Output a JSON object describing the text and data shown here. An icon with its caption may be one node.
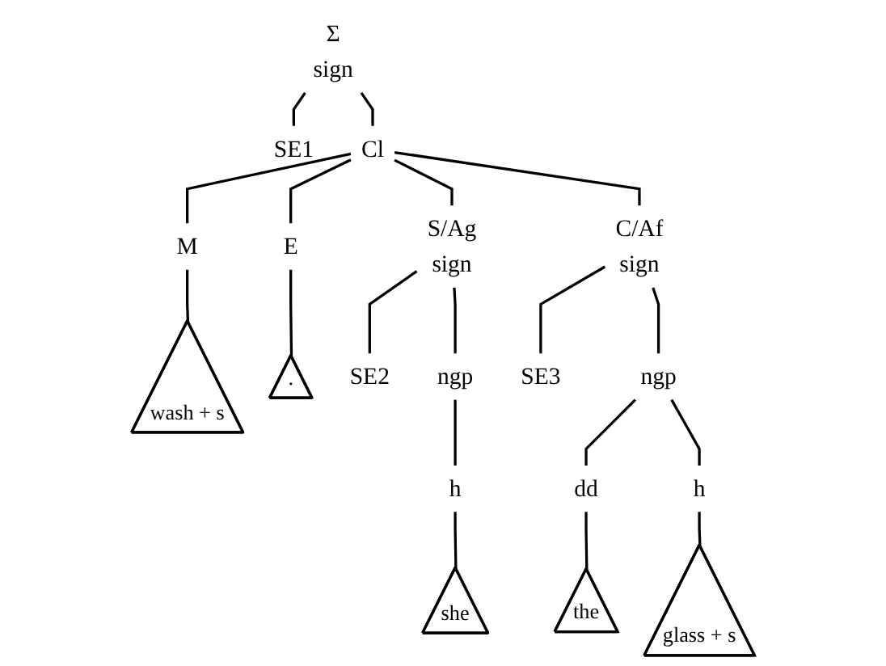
{
  "diagram": {
    "nodes": [
      {
        "text": [
          "Σ",
          "sign"
        ]
      },
      {
        "text": [
          "SE1"
        ]
      },
      {
        "text": [
          "Cl"
        ]
      },
      {
        "text": [
          "S/Ag",
          "sign"
        ]
      },
      {
        "text": [
          "M"
        ]
      },
      {
        "text": [
          "wash + s"
        ]
      },
      {
        "text": [
          "C/Af",
          "sign"
        ]
      },
      {
        "text": [
          "E"
        ]
      },
      {
        "text": [
          "."
        ]
      },
      {
        "text": [
          "SE2"
        ]
      },
      {
        "text": [
          "ngp"
        ]
      },
      {
        "text": [
          "h"
        ]
      },
      {
        "text": [
          "she"
        ]
      },
      {
        "text": [
          "SE3"
        ]
      },
      {
        "text": [
          "ngp"
        ]
      },
      {
        "text": [
          "dd"
        ]
      },
      {
        "text": [
          "the"
        ]
      },
      {
        "text": [
          "h"
        ]
      },
      {
        "text": [
          "glass + s"
        ]
      }
    ],
    "edges": [
      {
        "from": 0,
        "to": 1,
        "arrow": "none"
      },
      {
        "from": 0,
        "to": 2,
        "arrow": "none"
      },
      {
        "from": 2,
        "to": 3,
        "arrow": "none"
      },
      {
        "from": 2,
        "to": 4,
        "arrow": "none"
      },
      {
        "from": 2,
        "to": 6,
        "arrow": "none"
      },
      {
        "from": 2,
        "to": 7,
        "arrow": "none"
      },
      {
        "from": 4,
        "to": 5,
        "arrow": "none"
      },
      {
        "from": 7,
        "to": 8,
        "arrow": "none"
      },
      {
        "from": 3,
        "to": 9,
        "arrow": "none"
      },
      {
        "from": 3,
        "to": 10,
        "arrow": "none"
      },
      {
        "from": 10,
        "to": 11,
        "arrow": "none"
      },
      {
        "from": 11,
        "to": 12,
        "arrow": "none"
      },
      {
        "from": 6,
        "to": 13,
        "arrow": "none"
      },
      {
        "from": 6,
        "to": 14,
        "arrow": "none"
      },
      {
        "from": 14,
        "to": 15,
        "arrow": "none"
      },
      {
        "from": 14,
        "to": 17,
        "arrow": "none"
      },
      {
        "from": 15,
        "to": 16,
        "arrow": "none"
      },
      {
        "from": 17,
        "to": 18,
        "arrow": "none"
      }
    ]
  }
}
